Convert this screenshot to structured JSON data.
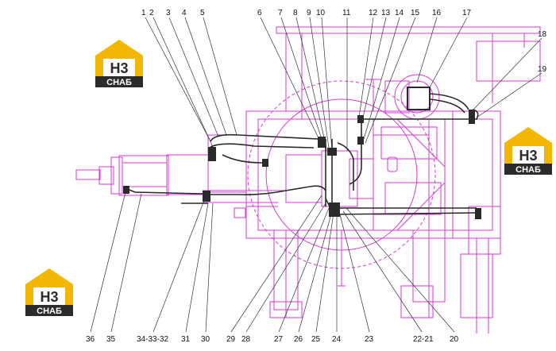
{
  "top_labels": [
    "1",
    "2",
    "3",
    "4",
    "5",
    "6",
    "7",
    "8",
    "9",
    "10",
    "11",
    "12",
    "13",
    "14",
    "15",
    "16",
    "17"
  ],
  "right_labels": [
    "18",
    "19"
  ],
  "bottom_labels": [
    "36",
    "35",
    "34-33-32",
    "31",
    "30",
    "29",
    "28",
    "27",
    "26",
    "25",
    "24",
    "23",
    "22-21",
    "20"
  ],
  "logo": {
    "mark": "H3",
    "text": "СНАБ"
  },
  "colors": {
    "drawing": "#d63ad6",
    "hoses": "#2a2a2a",
    "logo_yellow": "#f2b705",
    "logo_dark": "#2b2b2b",
    "leader": "#333333"
  }
}
